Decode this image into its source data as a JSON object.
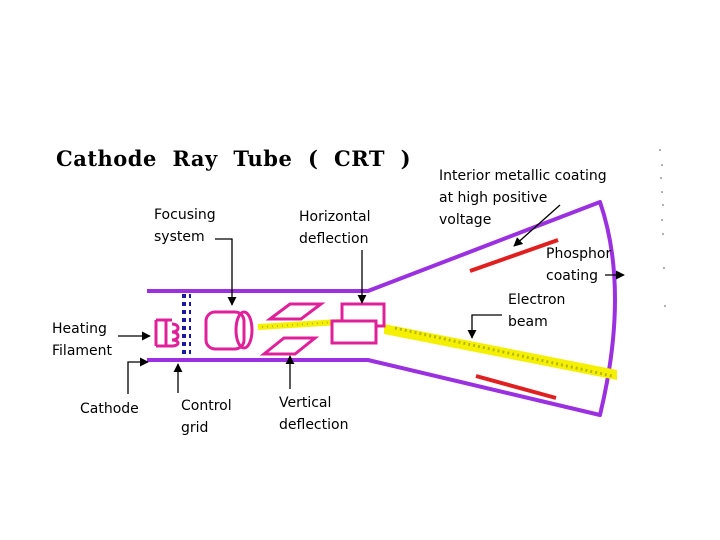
{
  "title": "Cathode  Ray  Tube  (  CRT  )",
  "labels": {
    "focusing_system": "Focusing\nsystem",
    "horizontal_deflection": "Horizontal\ndeflection",
    "interior_coating": "Interior metallic coating\nat high positive\nvoltage",
    "phosphor_coating": "Phosphor\ncoating",
    "electron_beam": "Electron\nbeam",
    "heating_filament": "Heating\nFilament",
    "cathode": "Cathode",
    "control_grid": "Control\ngrid",
    "vertical_deflection": "Vertical\ndeflection"
  },
  "colors": {
    "tube": "#9b30e0",
    "plates": "#e0209a",
    "coating": "#e02020",
    "beam": "#f5f000",
    "grid": "#1a1aa0"
  }
}
